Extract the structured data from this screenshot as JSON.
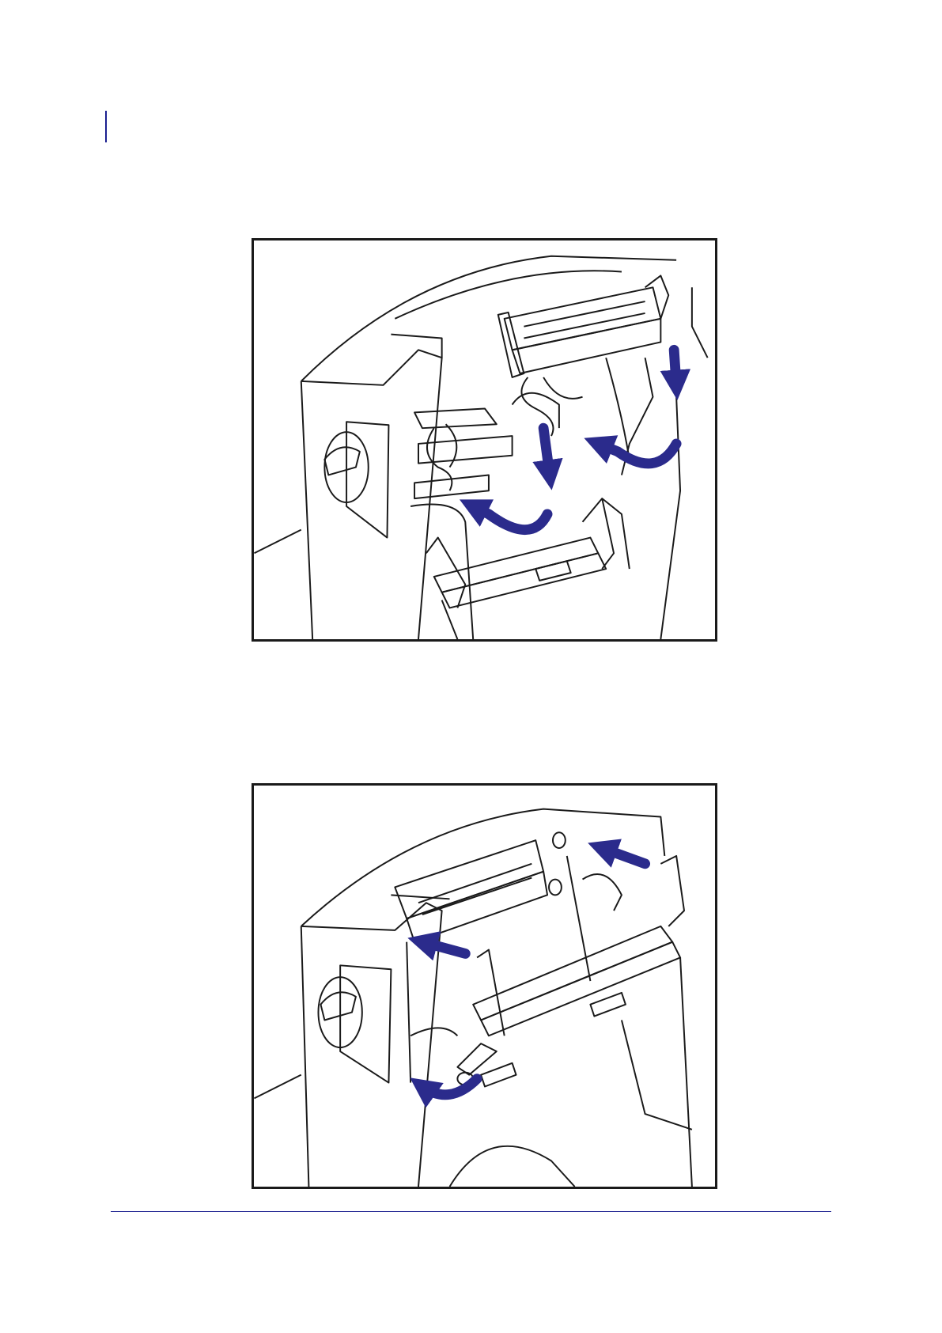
{
  "colors": {
    "accent": "#1b1f8f",
    "arrow": "#2b2b8c",
    "line": "#1a1a1a"
  },
  "figures": [
    {
      "id": "figure-top",
      "icons": [
        "printhead-illustration",
        "down-arrow-icon",
        "curved-arrow-icon"
      ]
    },
    {
      "id": "figure-bottom",
      "icons": [
        "printhead-illustration",
        "left-arrow-icon",
        "curved-arrow-icon"
      ]
    }
  ]
}
